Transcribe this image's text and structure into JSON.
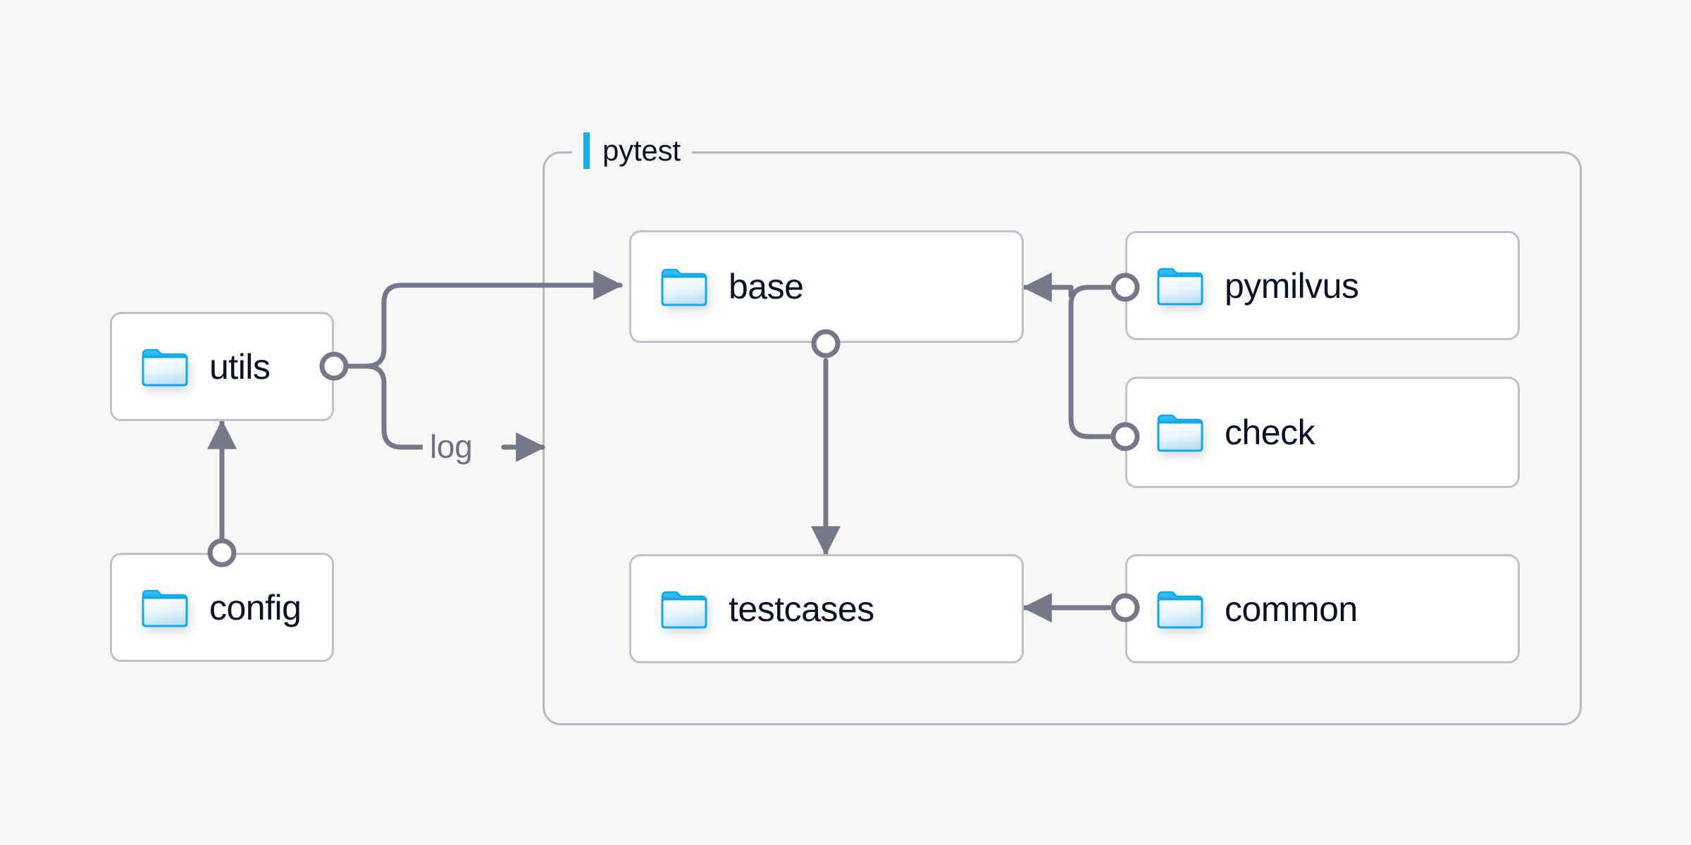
{
  "diagram": {
    "title": "pytest",
    "background_color": "#f7f7f7",
    "accent_color": "#12b0ee",
    "node_text_color": "#0c1128",
    "edge_color": "#76788a",
    "border_color": "#c2c0cc",
    "group": {
      "label": "pytest",
      "accent_bar_color": "#12b0ee"
    },
    "nodes": [
      {
        "id": "utils",
        "label": "utils",
        "icon": "folder-icon",
        "group": null
      },
      {
        "id": "config",
        "label": "config",
        "icon": "folder-icon",
        "group": null
      },
      {
        "id": "base",
        "label": "base",
        "icon": "folder-icon",
        "group": "pytest"
      },
      {
        "id": "testcases",
        "label": "testcases",
        "icon": "folder-icon",
        "group": "pytest"
      },
      {
        "id": "pymilvus",
        "label": "pymilvus",
        "icon": "folder-icon",
        "group": "pytest"
      },
      {
        "id": "check",
        "label": "check",
        "icon": "folder-icon",
        "group": "pytest"
      },
      {
        "id": "common",
        "label": "common",
        "icon": "folder-icon",
        "group": "pytest"
      }
    ],
    "edges": [
      {
        "from": "config",
        "to": "utils",
        "label": "",
        "direction": "up"
      },
      {
        "from": "utils",
        "to": "base",
        "label": "",
        "direction": "right"
      },
      {
        "from": "utils",
        "to": "pytest",
        "label": "log",
        "direction": "right"
      },
      {
        "from": "base",
        "to": "testcases",
        "label": "",
        "direction": "down"
      },
      {
        "from": "pymilvus",
        "to": "base",
        "label": "",
        "direction": "left"
      },
      {
        "from": "check",
        "to": "base",
        "label": "",
        "direction": "left"
      },
      {
        "from": "common",
        "to": "testcases",
        "label": "",
        "direction": "left"
      }
    ],
    "edge_labels": {
      "log": "log"
    }
  }
}
